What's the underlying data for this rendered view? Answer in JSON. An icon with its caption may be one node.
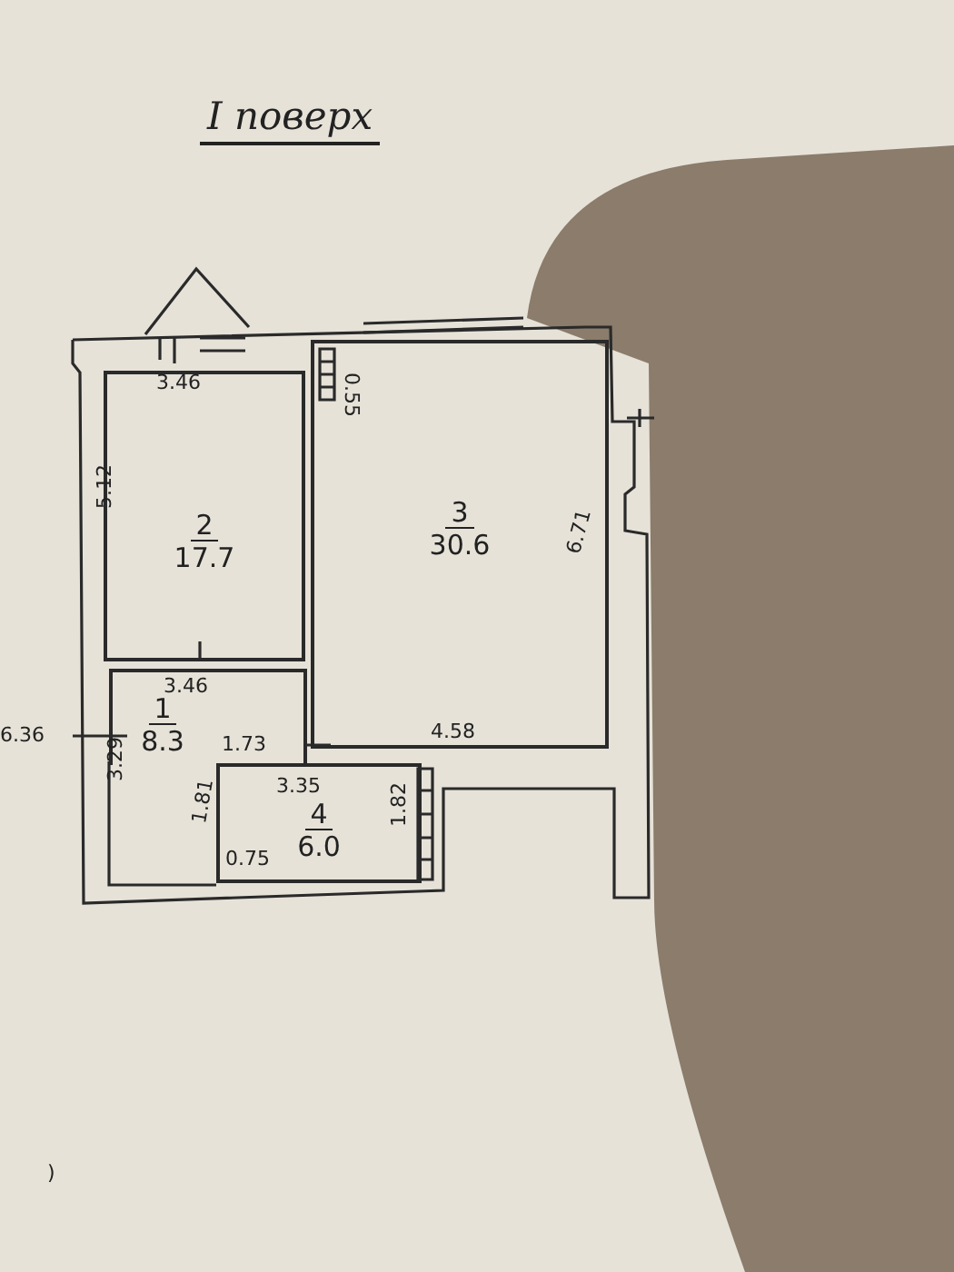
{
  "diagram": {
    "title": "І поверх",
    "nodes": [
      {
        "text": [
          "2",
          "17.7"
        ]
      },
      {
        "text": [
          "3",
          "30.6"
        ]
      },
      {
        "text": [
          "1",
          "8.3"
        ]
      },
      {
        "text": [
          "4",
          "6.0"
        ]
      }
    ],
    "labels": [
      "3.46",
      "0.55",
      "5.12",
      "6.71",
      "3.46",
      "6.36",
      "4.58",
      "1.73",
      "3.35",
      "3.29",
      "1.81",
      "1.82",
      "0.75",
      ")"
    ]
  }
}
